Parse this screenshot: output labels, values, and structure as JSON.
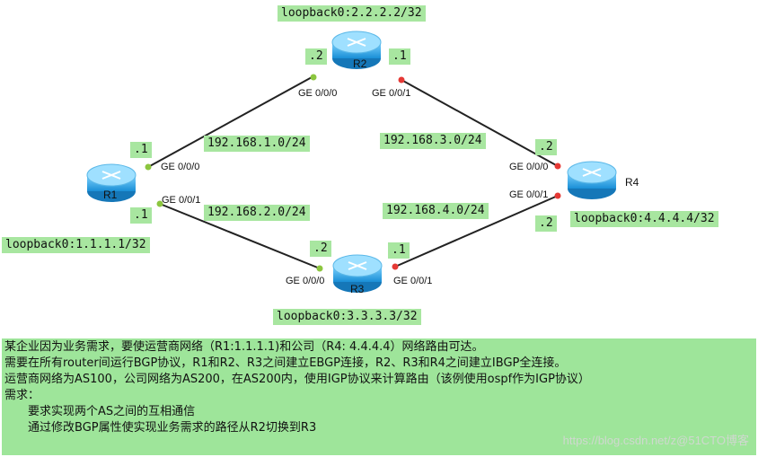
{
  "routers": [
    {
      "name": "R1",
      "loopback": "loopback0:1.1.1.1/32"
    },
    {
      "name": "R2",
      "loopback": "loopback0:2.2.2.2/32"
    },
    {
      "name": "R3",
      "loopback": "loopback0:3.3.3.3/32"
    },
    {
      "name": "R4",
      "loopback": "loopback0:4.4.4.4/32"
    }
  ],
  "links": [
    {
      "subnet": "192.168.1.0/24",
      "a_ip": ".1",
      "a_port": "GE 0/0/0",
      "b_ip": ".2",
      "b_port": "GE 0/0/0"
    },
    {
      "subnet": "192.168.2.0/24",
      "a_ip": ".1",
      "a_port": "GE 0/0/1",
      "b_ip": ".2",
      "b_port": "GE 0/0/0"
    },
    {
      "subnet": "192.168.3.0/24",
      "a_ip": ".1",
      "a_port": "GE 0/0/1",
      "b_ip": ".2",
      "b_port": "GE 0/0/0"
    },
    {
      "subnet": "192.168.4.0/24",
      "a_ip": ".1",
      "a_port": "GE 0/0/1",
      "b_ip": ".2",
      "b_port": "GE 0/0/1"
    }
  ],
  "requirements": {
    "lines": [
      "某企业因为业务需求，要使运营商网络（R1:1.1.1.1)和公司（R4: 4.4.4.4）网络路由可达。",
      "需要在所有router间运行BGP协议，R1和R2、R3之间建立EBGP连接，R2、R3和R4之间建立IBGP全连接。",
      "运营商网络为AS100，公司网络为AS200，在AS200内，使用IGP协议来计算路由（该例使用ospf作为IGP协议）",
      "需求：",
      "要求实现两个AS之间的互相通信",
      "通过修改BGP属性使实现业务需求的路径从R2切换到R3"
    ]
  },
  "watermark": "https://blog.csdn.net/z@51CTO博客",
  "colors": {
    "label_bg": "#a8e6a0",
    "port_up": "#8cc63f",
    "port_down": "#e53935"
  }
}
